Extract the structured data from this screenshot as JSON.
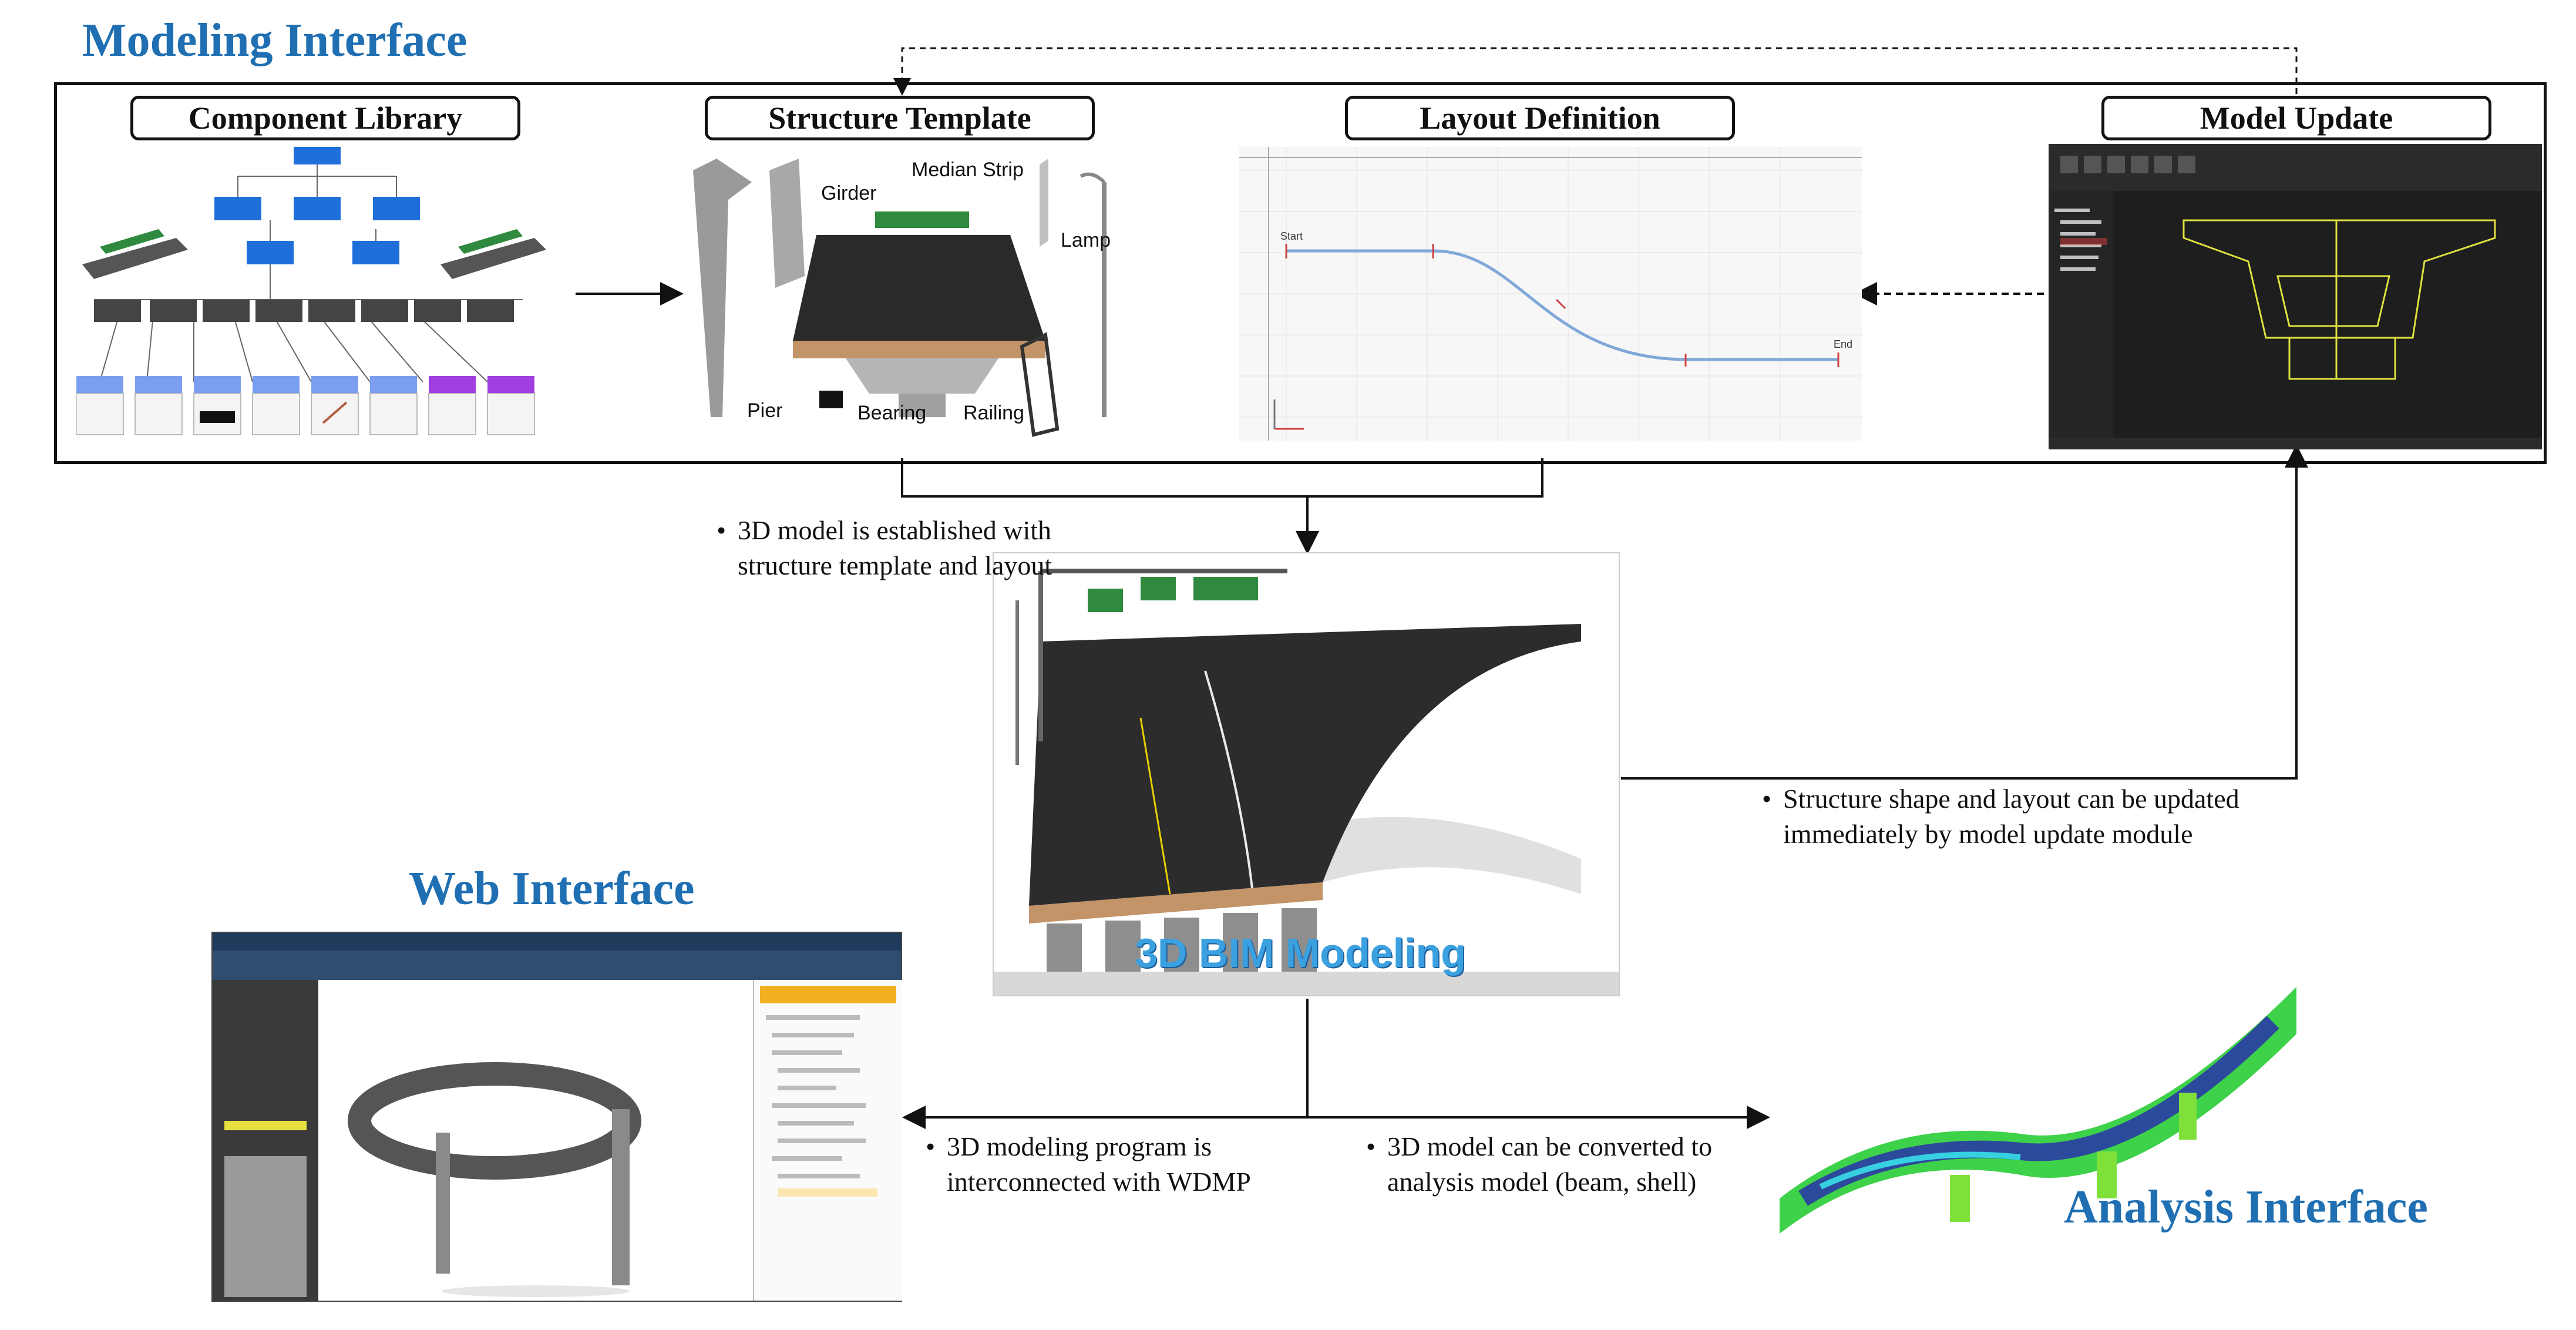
{
  "sections": {
    "modeling": "Modeling Interface",
    "web": "Web Interface",
    "analysis": "Analysis Interface"
  },
  "boxes": {
    "component_library": "Component Library",
    "structure_template": "Structure Template",
    "layout_definition": "Layout Definition",
    "model_update": "Model Update"
  },
  "template_parts": {
    "girder": "Girder",
    "median_strip": "Median Strip",
    "lamp": "Lamp",
    "pier": "Pier",
    "bearing": "Bearing",
    "railing": "Railing"
  },
  "notes": {
    "model_established": [
      "3D model is established with",
      "structure template and layout"
    ],
    "model_update": [
      "Structure shape and layout can be updated",
      "immediately by model update module"
    ],
    "wdmp": [
      "3D modeling program is",
      "interconnected with WDMP"
    ],
    "analysis": [
      "3D model can be converted to",
      "analysis model (beam, shell)"
    ]
  },
  "bim_caption": "3D BIM Modeling",
  "layout_chart": {
    "start_label": "Start",
    "end_label": "End"
  },
  "colors": {
    "title_blue": "#1f6fb2",
    "bim_caption": "#3aa0e0",
    "cad_background": "#1e1e1e",
    "cad_lines": "#e0e040",
    "layout_curve": "#7fa8d8"
  }
}
